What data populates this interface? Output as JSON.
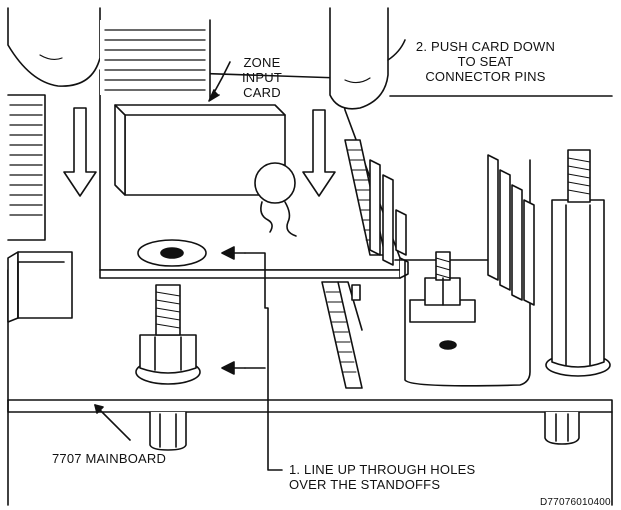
{
  "labels": {
    "zone_card": [
      "ZONE",
      "INPUT",
      "CARD"
    ],
    "push_step": [
      "2. PUSH CARD DOWN",
      "TO SEAT",
      "CONNECTOR PINS"
    ],
    "mainboard": "7707 MAINBOARD",
    "lineup_step": [
      "1. LINE UP THROUGH HOLES",
      "OVER THE STANDOFFS"
    ],
    "drawing_number": "D77076010400"
  },
  "colors": {
    "ink": "#111111",
    "fill": "#ffffff",
    "panel": "#e6e6e6"
  },
  "icons": [
    "down-arrow-icon",
    "finger-icon",
    "capacitor-icon",
    "standoff-icon",
    "heatsink-icon",
    "connector-icon"
  ]
}
